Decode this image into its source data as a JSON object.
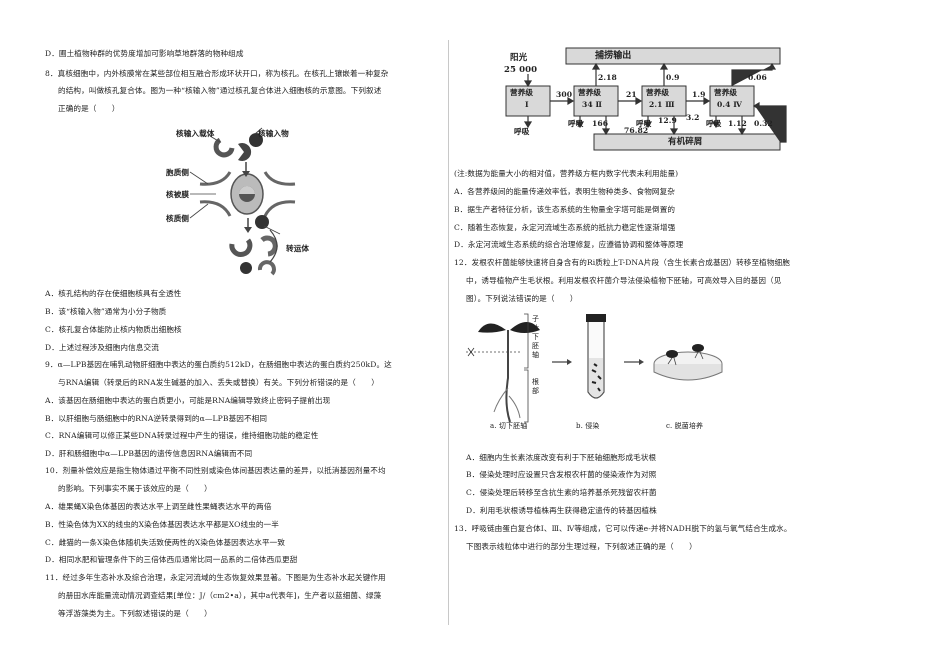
{
  "left": {
    "q7_d": "D．圃土植物种群的优势度增加可影响草地群落的物种组成",
    "q8_line1": "8．真核细胞中，内外核膜常在某些部位相互融合形成环状开口，称为核孔。在核孔上镶嵌着一种复杂",
    "q8_line2": "的结构，叫做核孔复合体。图为一种“核输入物”通过核孔复合体进入细胞核的示意图。下列叙述",
    "q8_line3": "正确的是（　　）",
    "fig1": {
      "label_receptor": "核输入载体",
      "label_cargo": "核输入物",
      "label_cytoplasm": "胞质侧",
      "label_envelope": "核被膜",
      "label_nucleoplasm": "核质侧",
      "label_transporter": "转运体"
    },
    "q8_a": "A．核孔结构的存在使细胞核具有全透性",
    "q8_b": "B．该“核输入物”通常为小分子物质",
    "q8_c": "C．核孔复合体能防止核内物质出细胞核",
    "q8_d": "D．上述过程涉及细胞内信息交流",
    "q9_line1": "9．α—LPB基因在哺乳动物肝细胞中表达的蛋白质约512kD，在肠细胞中表达的蛋白质约250kD。这",
    "q9_line2": "与RNA编辑（转录后的RNA发生碱基的加入、丢失或替换）有关。下列分析错误的是（　　）",
    "q9_a": "A．该基因在肠细胞中表达的蛋白质更小，可能是RNA编辑导致终止密码子提前出现",
    "q9_b": "B．以肝细胞与肠细胞中的RNA逆转录得到的α—LPB基因不相同",
    "q9_c": "C．RNA编辑可以修正某些DNA转录过程中产生的错误，维持细胞功能的稳定性",
    "q9_d": "D．肝和肠细胞中α—LPB基因的遗传信息因RNA编辑而不同",
    "q10_line1": "10．剂量补偿效应是指生物体通过平衡不同性别或染色体间基因表达量的差异，以抵消基因剂量不均",
    "q10_line2": "的影响。下列事实不属于该效应的是（　　）",
    "q10_a": "A．雄果蝇X染色体基因的表达水平上调至雌性果蝇表达水平的两倍",
    "q10_b": "B．性染色体为XX的线虫的X染色体基因表达水平都是XO线虫的一半",
    "q10_c": "C．雌猫的一条X染色体随机失活致使两性的X染色体基因表达水平一致",
    "q10_d": "D．相同水肥和管理条件下的三倍体西瓜通常比同一品系的二倍体西瓜更甜",
    "q11_line1": "11．经过多年生态补水及综合治理，永定河流域的生态恢复效果显著。下图是为生态补水起关键作用",
    "q11_line2": "的册田水库能量流动情况调查结果[单位：J/（cm2•a），其中a代表年]，生产者以蓝细菌、绿藻",
    "q11_line3": "等浮游藻类为主。下列叙述错误的是（　　）"
  },
  "right": {
    "energy_diagram": {
      "harvest_output": "捕捞输出",
      "sunlight": "阳光",
      "sunlight_value": "25 000",
      "level1": "营养级",
      "level1_num": "Ⅰ",
      "level2": "营养级",
      "level2_num": "34 Ⅱ",
      "level3": "营养级",
      "level3_num": "2.1 Ⅲ",
      "level4": "营养级",
      "level4_num": "0.4 Ⅳ",
      "flow_1_2": "300",
      "flow_2_3": "21",
      "flow_3_4": "1.9",
      "harvest_2": "2.18",
      "harvest_3": "0.9",
      "harvest_4": "0.06",
      "respiration": "呼吸",
      "resp_2": "166",
      "resp_3": "12.9",
      "resp_4": "1.12",
      "detritus_2": "76.82",
      "detritus_3": "3.2",
      "detritus_4": "0.32",
      "detritus": "有机碎屑"
    },
    "q11_note": "(注:数据为能量大小的相对值，营养级方框内数字代表未利用能量)",
    "q11_a": "A．各营养级间的能量传递效率低，表明生物种类多、食物网复杂",
    "q11_b": "B．据生产者特征分析，该生态系统的生物量金字塔可能是倒置的",
    "q11_c": "C．随着生态恢复，永定河流域生态系统的抵抗力稳定性逐渐增强",
    "q11_d": "D．永定河流域生态系统的综合治理修复，应遵循协调和整体等原理",
    "q12_line1": "12．发根农杆菌能够快速将自身含有的Ri质粒上T-DNA片段（含生长素合成基因）转移至植物细胞",
    "q12_line2": "中，诱导植物产生毛状根。利用发根农杆菌介导法侵染植物下胚轴，可高效导入目的基因（见",
    "q12_line3": "图）。下列说法错误的是（　　）",
    "fig2": {
      "hypocotyl": "子叶下胚轴",
      "root": "根部",
      "cap_a": "a. 切下胚轴",
      "cap_b": "b. 侵染",
      "cap_c": "c. 脱菌培养"
    },
    "q12_a": "A．细胞内生长素浓度改变有利于下胚轴细胞形成毛状根",
    "q12_b": "B．侵染处理时应设置只含发根农杆菌的侵染液作为对照",
    "q12_c": "C．侵染处理后转移至含抗生素的培养基杀死残留农杆菌",
    "q12_d": "D．利用毛状根诱导植株再生获得稳定遗传的转基因植株",
    "q13_line1": "13．呼吸链由蛋白复合体Ⅰ、Ⅲ、Ⅳ等组成，它可以传递e-并将NADH脱下的氢与氧气结合生成水。",
    "q13_line2": "下图表示线粒体中进行的部分生理过程，下列叙述正确的是（　　）"
  }
}
